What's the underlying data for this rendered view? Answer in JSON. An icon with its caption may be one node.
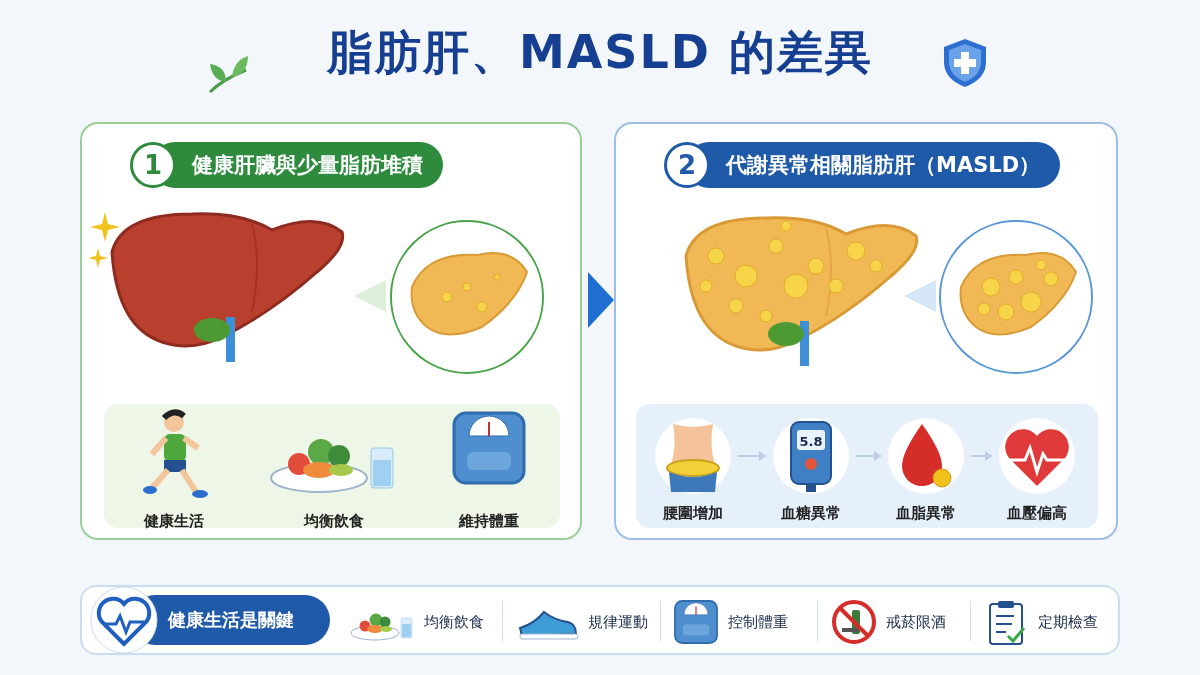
{
  "diagram": {
    "title": "脂肪肝、MASLD 的差異",
    "nodes": [
      {
        "text": [
          "1",
          "健康肝臟與少量脂肪堆積"
        ]
      },
      {
        "text": [],
        "shape": "picture",
        "in": 0
      },
      {
        "text": [],
        "shape": "picture",
        "in": 0
      },
      {
        "text": [],
        "shape": "box",
        "in": 0
      },
      {
        "text": [
          "健康生活"
        ],
        "in": 3
      },
      {
        "text": [
          "均衡飲食"
        ],
        "in": 3
      },
      {
        "text": [
          "維持體重"
        ],
        "in": 3
      },
      {
        "text": [
          "2",
          "代謝異常相關脂肪肝（MASLD）"
        ]
      },
      {
        "text": [],
        "shape": "picture",
        "in": 7
      },
      {
        "text": [],
        "shape": "picture",
        "in": 7
      },
      {
        "text": [],
        "shape": "box",
        "in": 7
      },
      {
        "text": [
          "腰圍增加"
        ],
        "in": 10
      },
      {
        "text": [
          "血糖異常"
        ],
        "in": 10
      },
      {
        "text": [
          "血脂異常"
        ],
        "in": 10
      },
      {
        "text": [
          "血壓偏高"
        ],
        "in": 10
      },
      {
        "text": [],
        "shape": "box"
      },
      {
        "text": [
          "健康生活是關鍵"
        ],
        "in": 15
      },
      {
        "text": [
          "均衡飲食"
        ],
        "in": 15
      },
      {
        "text": [
          "規律運動"
        ],
        "in": 15
      },
      {
        "text": [
          "控制體重"
        ],
        "in": 15
      },
      {
        "text": [
          "戒菸限酒"
        ],
        "in": 15
      },
      {
        "text": [
          "定期檢查"
        ],
        "in": 15
      }
    ],
    "edges": [
      {
        "from": 0,
        "to": 7,
        "arrow": "to",
        "style": "thick",
        "color": "#1f6fd1"
      },
      {
        "from": 11,
        "to": 12,
        "arrow": "to"
      },
      {
        "from": 12,
        "to": 13,
        "arrow": "to"
      },
      {
        "from": 13,
        "to": 14,
        "arrow": "to"
      }
    ],
    "labels": [
      "5.8"
    ]
  }
}
